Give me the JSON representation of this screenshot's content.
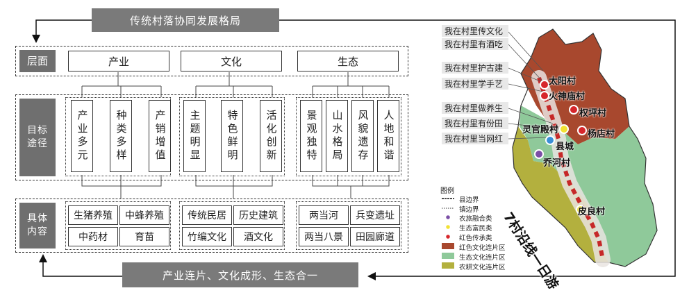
{
  "title_top": "传统村落协同发展格局",
  "title_bottom": "产业连片、文化成形、生态合一",
  "rows": {
    "layer": "层面",
    "target": "目标途径",
    "content": "具体内容"
  },
  "categories": [
    "产业",
    "文化",
    "生态"
  ],
  "targets": {
    "industry": [
      "产业多元",
      "种类多样",
      "产销增值"
    ],
    "culture": [
      "主题明显",
      "特色鲜明",
      "活化创新"
    ],
    "ecology": [
      "景观独特",
      "山水格局",
      "风貌遗存",
      "人地和谐"
    ]
  },
  "contents": {
    "industry": [
      "生猪养殖",
      "中蜂养殖",
      "中药材",
      "育苗"
    ],
    "culture": [
      "传统民居",
      "历史建筑",
      "竹编文化",
      "酒文化"
    ],
    "ecology": [
      "两当河",
      "兵变遗址",
      "两当八景",
      "田园廊道"
    ]
  },
  "map_labels": [
    "我在村里传文化",
    "我在村里有酒吃",
    "我在村里护古建",
    "我在村里学手艺",
    "我在村里做养生",
    "我在村里有份田",
    "我在村里当网红"
  ],
  "villages": {
    "taiyang": "太阳村",
    "huoshen": "火神庙村",
    "quanping": "权坪村",
    "lingguan": "灵官殿村",
    "yangdian": "杨店村",
    "xiancheng": "县城",
    "qiaohe": "乔河村",
    "piliang": "皮良村"
  },
  "route_text": "7村沿线一日游",
  "legend": {
    "title": "图例",
    "items": [
      "县边界",
      "镇边界",
      "农旅融合类",
      "生态富民类",
      "红色传承类",
      "红色文化连片区",
      "生态文化连片区",
      "农耕文化连片区"
    ]
  },
  "colors": {
    "dark_gray": "#7a7a7a",
    "red_zone": "#a8482e",
    "eco_zone": "#8fc99a",
    "farm_zone": "#b3b03e",
    "purple_dot": "#7b4fa6",
    "yellow_dot": "#f2e233",
    "red_dot": "#d7262b",
    "blue_dot": "#3a8fd6"
  }
}
